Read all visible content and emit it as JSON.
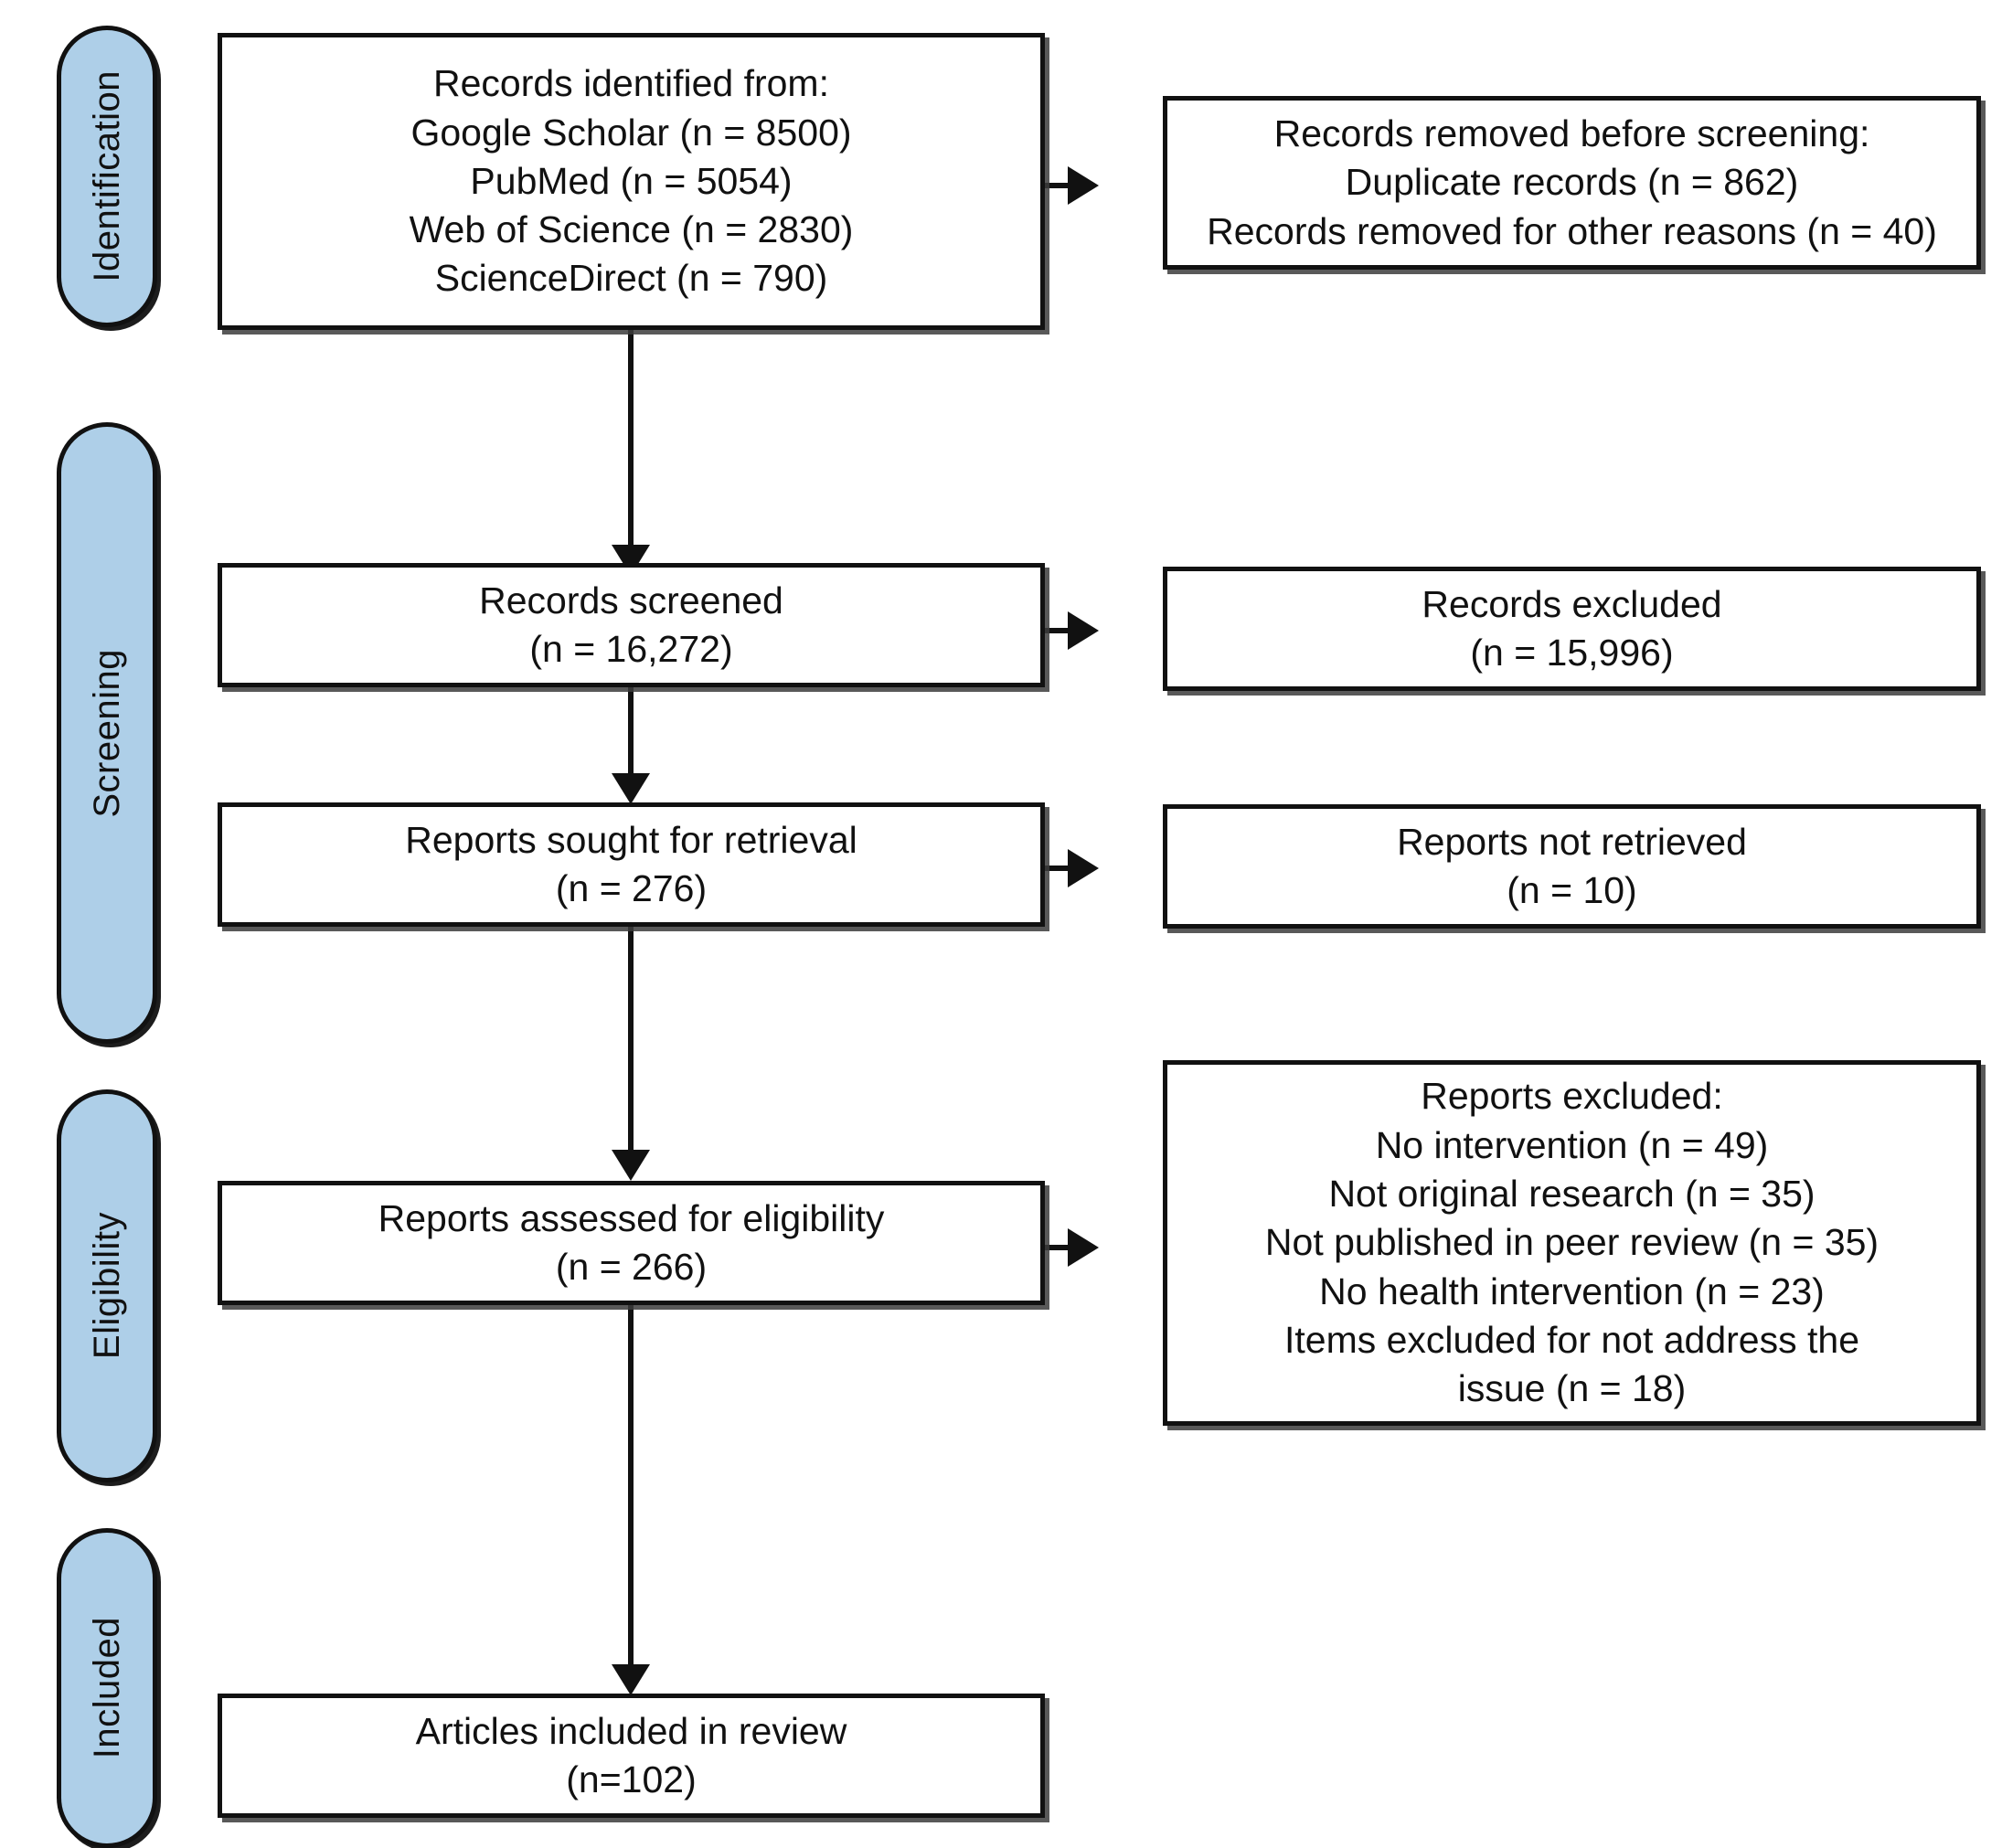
{
  "diagram": {
    "title": "PRISMA 2020 flow diagram",
    "type": "flowchart",
    "colors": {
      "phase_pill_fill": "#aecfe8",
      "border": "#111111",
      "box_fill": "#ffffff",
      "connector": "#111111"
    }
  },
  "phases": [
    {
      "id": "identification",
      "label": "Identification"
    },
    {
      "id": "screening",
      "label": "Screening"
    },
    {
      "id": "eligibility",
      "label": "Eligibility"
    },
    {
      "id": "included",
      "label": "Included"
    }
  ],
  "main_boxes": [
    {
      "id": "records-identified",
      "phase": "identification",
      "lines": [
        "Records identified from:",
        "Google Scholar (n =  8500)",
        "PubMed (n =  5054)",
        "Web of Science (n =  2830)",
        "ScienceDirect (n =  790)"
      ]
    },
    {
      "id": "records-screened",
      "phase": "screening",
      "lines": [
        "Records screened",
        "(n = 16,272)"
      ]
    },
    {
      "id": "reports-sought",
      "phase": "screening",
      "lines": [
        "Reports sought for retrieval",
        "(n = 276)"
      ]
    },
    {
      "id": "reports-assessed",
      "phase": "eligibility",
      "lines": [
        "Reports assessed for eligibility",
        "(n = 266)"
      ]
    },
    {
      "id": "articles-included",
      "phase": "included",
      "lines": [
        "Articles included in review",
        "(n=102)"
      ]
    }
  ],
  "side_boxes": [
    {
      "id": "records-removed",
      "lines": [
        "Records removed before screening:",
        "Duplicate records (n = 862)",
        "Records removed for other reasons (n = 40)"
      ]
    },
    {
      "id": "records-excluded",
      "lines": [
        "Records excluded",
        "(n = 15,996)"
      ]
    },
    {
      "id": "reports-not-retrieved",
      "lines": [
        "Reports not retrieved",
        "(n = 10)"
      ]
    },
    {
      "id": "reports-excluded",
      "lines": [
        "Reports excluded:",
        "No intervention (n =  49)",
        "Not original research (n =  35)",
        "Not published in peer review (n =  35)",
        "No health intervention (n =  23)",
        "Items excluded for not address the",
        "issue (n =  18)"
      ]
    }
  ],
  "chart_data": {
    "type": "flow",
    "title": "PRISMA 2020 flow diagram",
    "stages": [
      {
        "stage": "Identification",
        "node": "Records identified from",
        "sources": [
          {
            "name": "Google Scholar",
            "n": 8500
          },
          {
            "name": "PubMed",
            "n": 5054
          },
          {
            "name": "Web of Science",
            "n": 2830
          },
          {
            "name": "ScienceDirect",
            "n": 790
          }
        ],
        "excluded": [
          {
            "reason": "Duplicate records",
            "n": 862
          },
          {
            "reason": "Records removed for other reasons",
            "n": 40
          }
        ]
      },
      {
        "stage": "Screening",
        "node": "Records screened",
        "n": 16272,
        "excluded": [
          {
            "reason": "Records excluded",
            "n": 15996
          }
        ]
      },
      {
        "stage": "Screening",
        "node": "Reports sought for retrieval",
        "n": 276,
        "excluded": [
          {
            "reason": "Reports not retrieved",
            "n": 10
          }
        ]
      },
      {
        "stage": "Eligibility",
        "node": "Reports assessed for eligibility",
        "n": 266,
        "excluded": [
          {
            "reason": "No intervention",
            "n": 49
          },
          {
            "reason": "Not original research",
            "n": 35
          },
          {
            "reason": "Not published in peer review",
            "n": 35
          },
          {
            "reason": "No health intervention",
            "n": 23
          },
          {
            "reason": "Items excluded for not address the issue",
            "n": 18
          }
        ]
      },
      {
        "stage": "Included",
        "node": "Articles included in review",
        "n": 102
      }
    ]
  }
}
